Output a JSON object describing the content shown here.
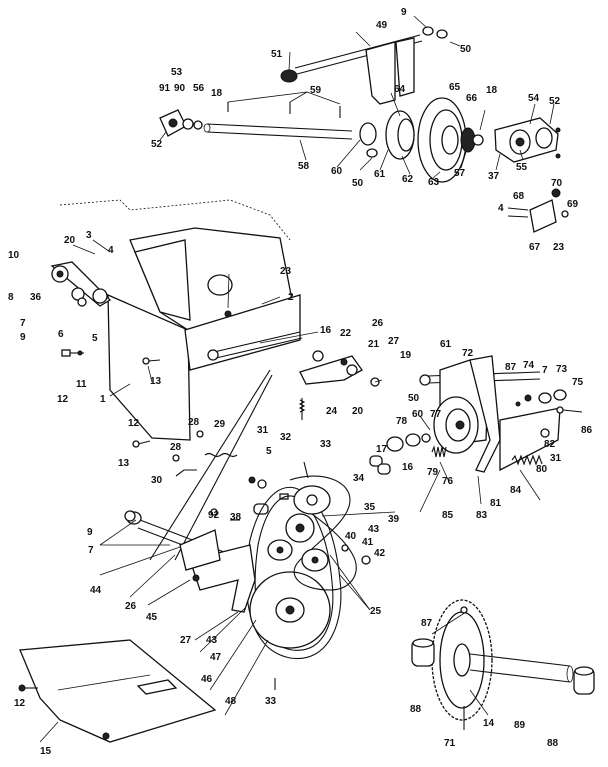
{
  "labels": {
    "l1": "1",
    "l2": "2",
    "l3": "3",
    "l4": "4",
    "l4b": "4",
    "l5": "5",
    "l5b": "5",
    "l6": "6",
    "l7": "7",
    "l7b": "7",
    "l7c": "7",
    "l8": "8",
    "l9": "9",
    "l9b": "9",
    "l9c": "9",
    "l10": "10",
    "l11": "11",
    "l12": "12",
    "l12b": "12",
    "l12c": "12",
    "l13": "13",
    "l13b": "13",
    "l14": "14",
    "l15": "15",
    "l16": "16",
    "l16b": "16",
    "l17": "17",
    "l18": "18",
    "l18b": "18",
    "l19": "19",
    "l20": "20",
    "l20b": "20",
    "l21": "21",
    "l22": "22",
    "l23": "23",
    "l23b": "23",
    "l24": "24",
    "l25": "25",
    "l26": "26",
    "l26b": "26",
    "l27": "27",
    "l27b": "27",
    "l28": "28",
    "l28b": "28",
    "l29": "29",
    "l30": "30",
    "l31": "31",
    "l31b": "31",
    "l32": "32",
    "l33": "33",
    "l33b": "33",
    "l34": "34",
    "l35": "35",
    "l36": "36",
    "l37": "37",
    "l38": "38",
    "l39": "39",
    "l40": "40",
    "l41": "41",
    "l42": "42",
    "l43": "43",
    "l43b": "43",
    "l44": "44",
    "l45": "45",
    "l46": "46",
    "l47": "47",
    "l48": "48",
    "l49": "49",
    "l50": "50",
    "l50b": "50",
    "l50c": "50",
    "l51": "51",
    "l52": "52",
    "l52b": "52",
    "l53": "53",
    "l54": "54",
    "l55": "55",
    "l56": "56",
    "l57": "57",
    "l58": "58",
    "l59": "59",
    "l60": "60",
    "l60b": "60",
    "l61": "61",
    "l61b": "61",
    "l62": "62",
    "l63": "63",
    "l64": "64",
    "l65": "65",
    "l66": "66",
    "l67": "67",
    "l68": "68",
    "l69": "69",
    "l70": "70",
    "l71": "71",
    "l72": "72",
    "l73": "73",
    "l74": "74",
    "l75": "75",
    "l76": "76",
    "l77": "77",
    "l78": "78",
    "l79": "79",
    "l80": "80",
    "l81": "81",
    "l82": "82",
    "l83": "83",
    "l84": "84",
    "l85": "85",
    "l86": "86",
    "l87": "87",
    "l87b": "87",
    "l88": "88",
    "l88b": "88",
    "l89": "89",
    "l90": "90",
    "l91": "91",
    "l92": "92"
  }
}
